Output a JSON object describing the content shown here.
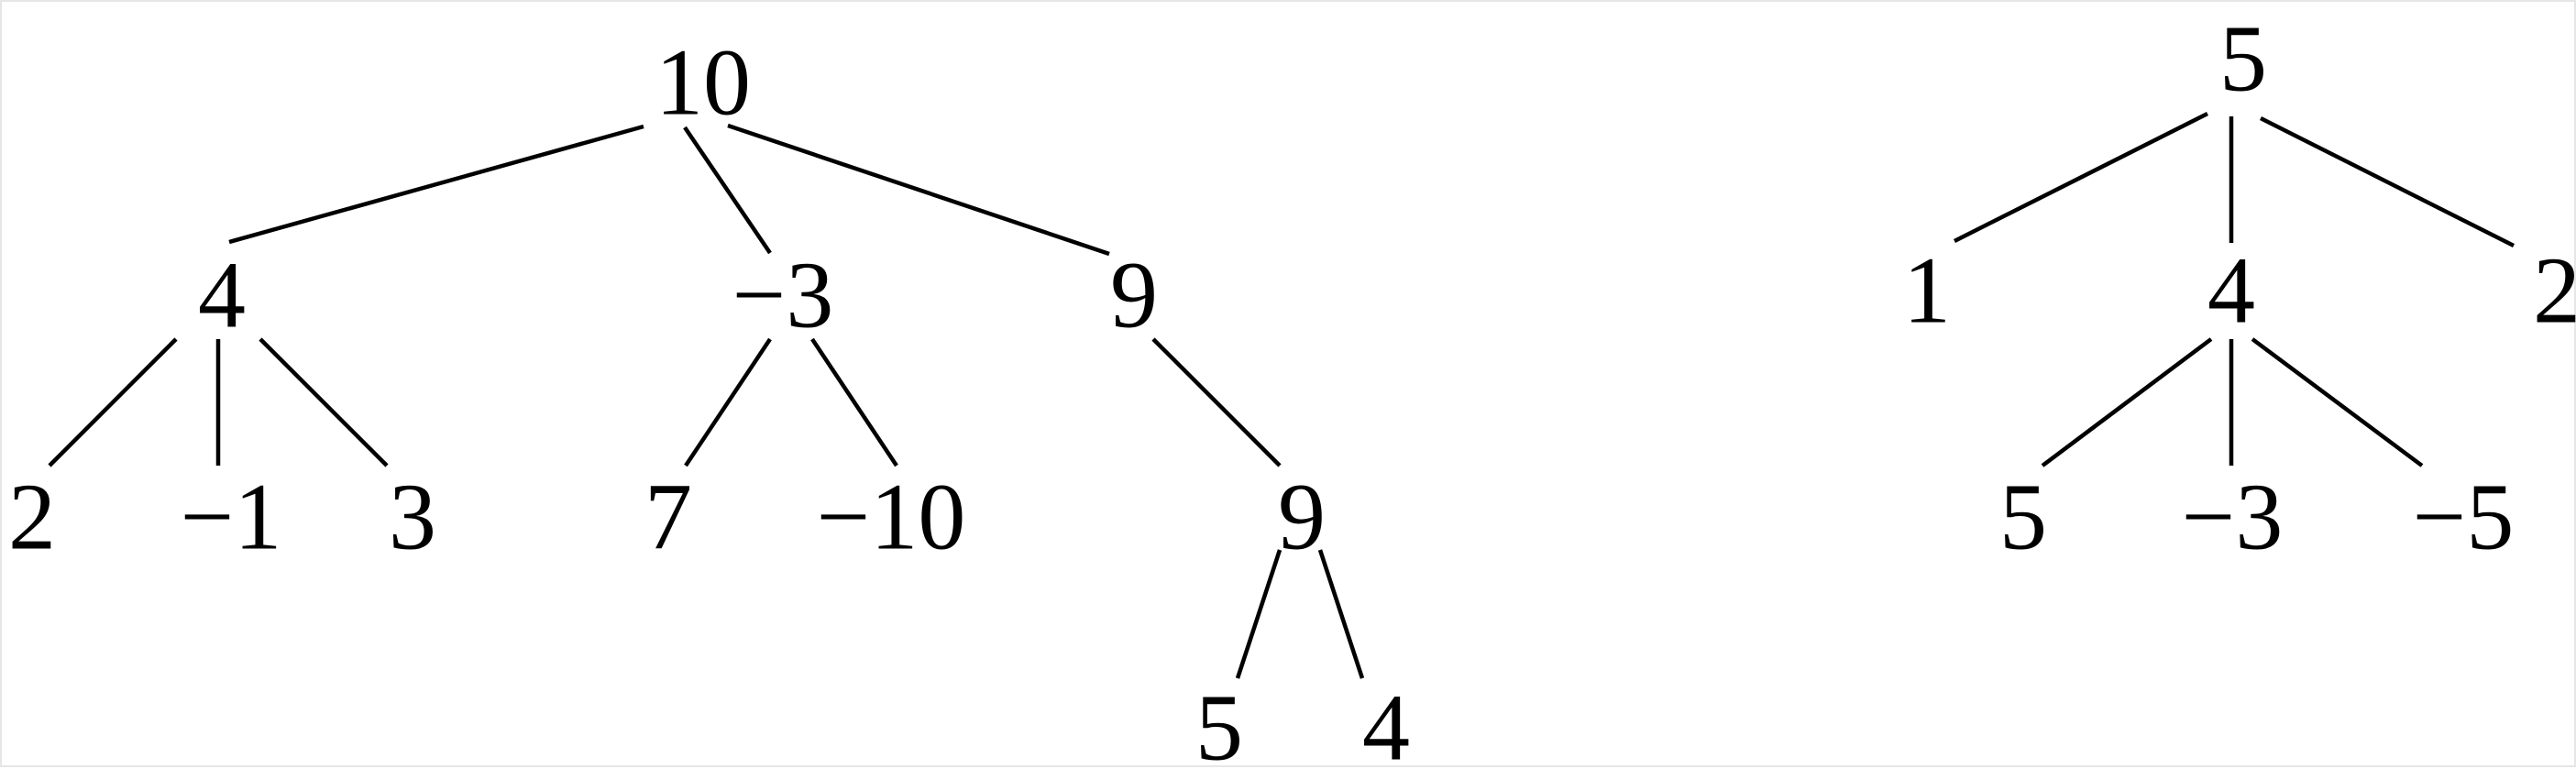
{
  "trees": [
    {
      "nodes": [
        {
          "id": "a",
          "label": "10"
        },
        {
          "id": "b",
          "label": "4"
        },
        {
          "id": "c",
          "label": "−3"
        },
        {
          "id": "d",
          "label": "9"
        },
        {
          "id": "e",
          "label": "2"
        },
        {
          "id": "f",
          "label": "−1"
        },
        {
          "id": "g",
          "label": "3"
        },
        {
          "id": "h",
          "label": "7"
        },
        {
          "id": "i",
          "label": "−10"
        },
        {
          "id": "j",
          "label": "9"
        },
        {
          "id": "k",
          "label": "5"
        },
        {
          "id": "l",
          "label": "4"
        }
      ],
      "edges": [
        [
          "a",
          "b"
        ],
        [
          "a",
          "c"
        ],
        [
          "a",
          "d"
        ],
        [
          "b",
          "e"
        ],
        [
          "b",
          "f"
        ],
        [
          "b",
          "g"
        ],
        [
          "c",
          "h"
        ],
        [
          "c",
          "i"
        ],
        [
          "d",
          "j"
        ],
        [
          "j",
          "k"
        ],
        [
          "j",
          "l"
        ]
      ]
    },
    {
      "nodes": [
        {
          "id": "m",
          "label": "5"
        },
        {
          "id": "n",
          "label": "1"
        },
        {
          "id": "o",
          "label": "4"
        },
        {
          "id": "p",
          "label": "2"
        },
        {
          "id": "q",
          "label": "5"
        },
        {
          "id": "r",
          "label": "−3"
        },
        {
          "id": "s",
          "label": "−5"
        }
      ],
      "edges": [
        [
          "m",
          "n"
        ],
        [
          "m",
          "o"
        ],
        [
          "m",
          "p"
        ],
        [
          "o",
          "q"
        ],
        [
          "o",
          "r"
        ],
        [
          "o",
          "s"
        ]
      ]
    }
  ]
}
